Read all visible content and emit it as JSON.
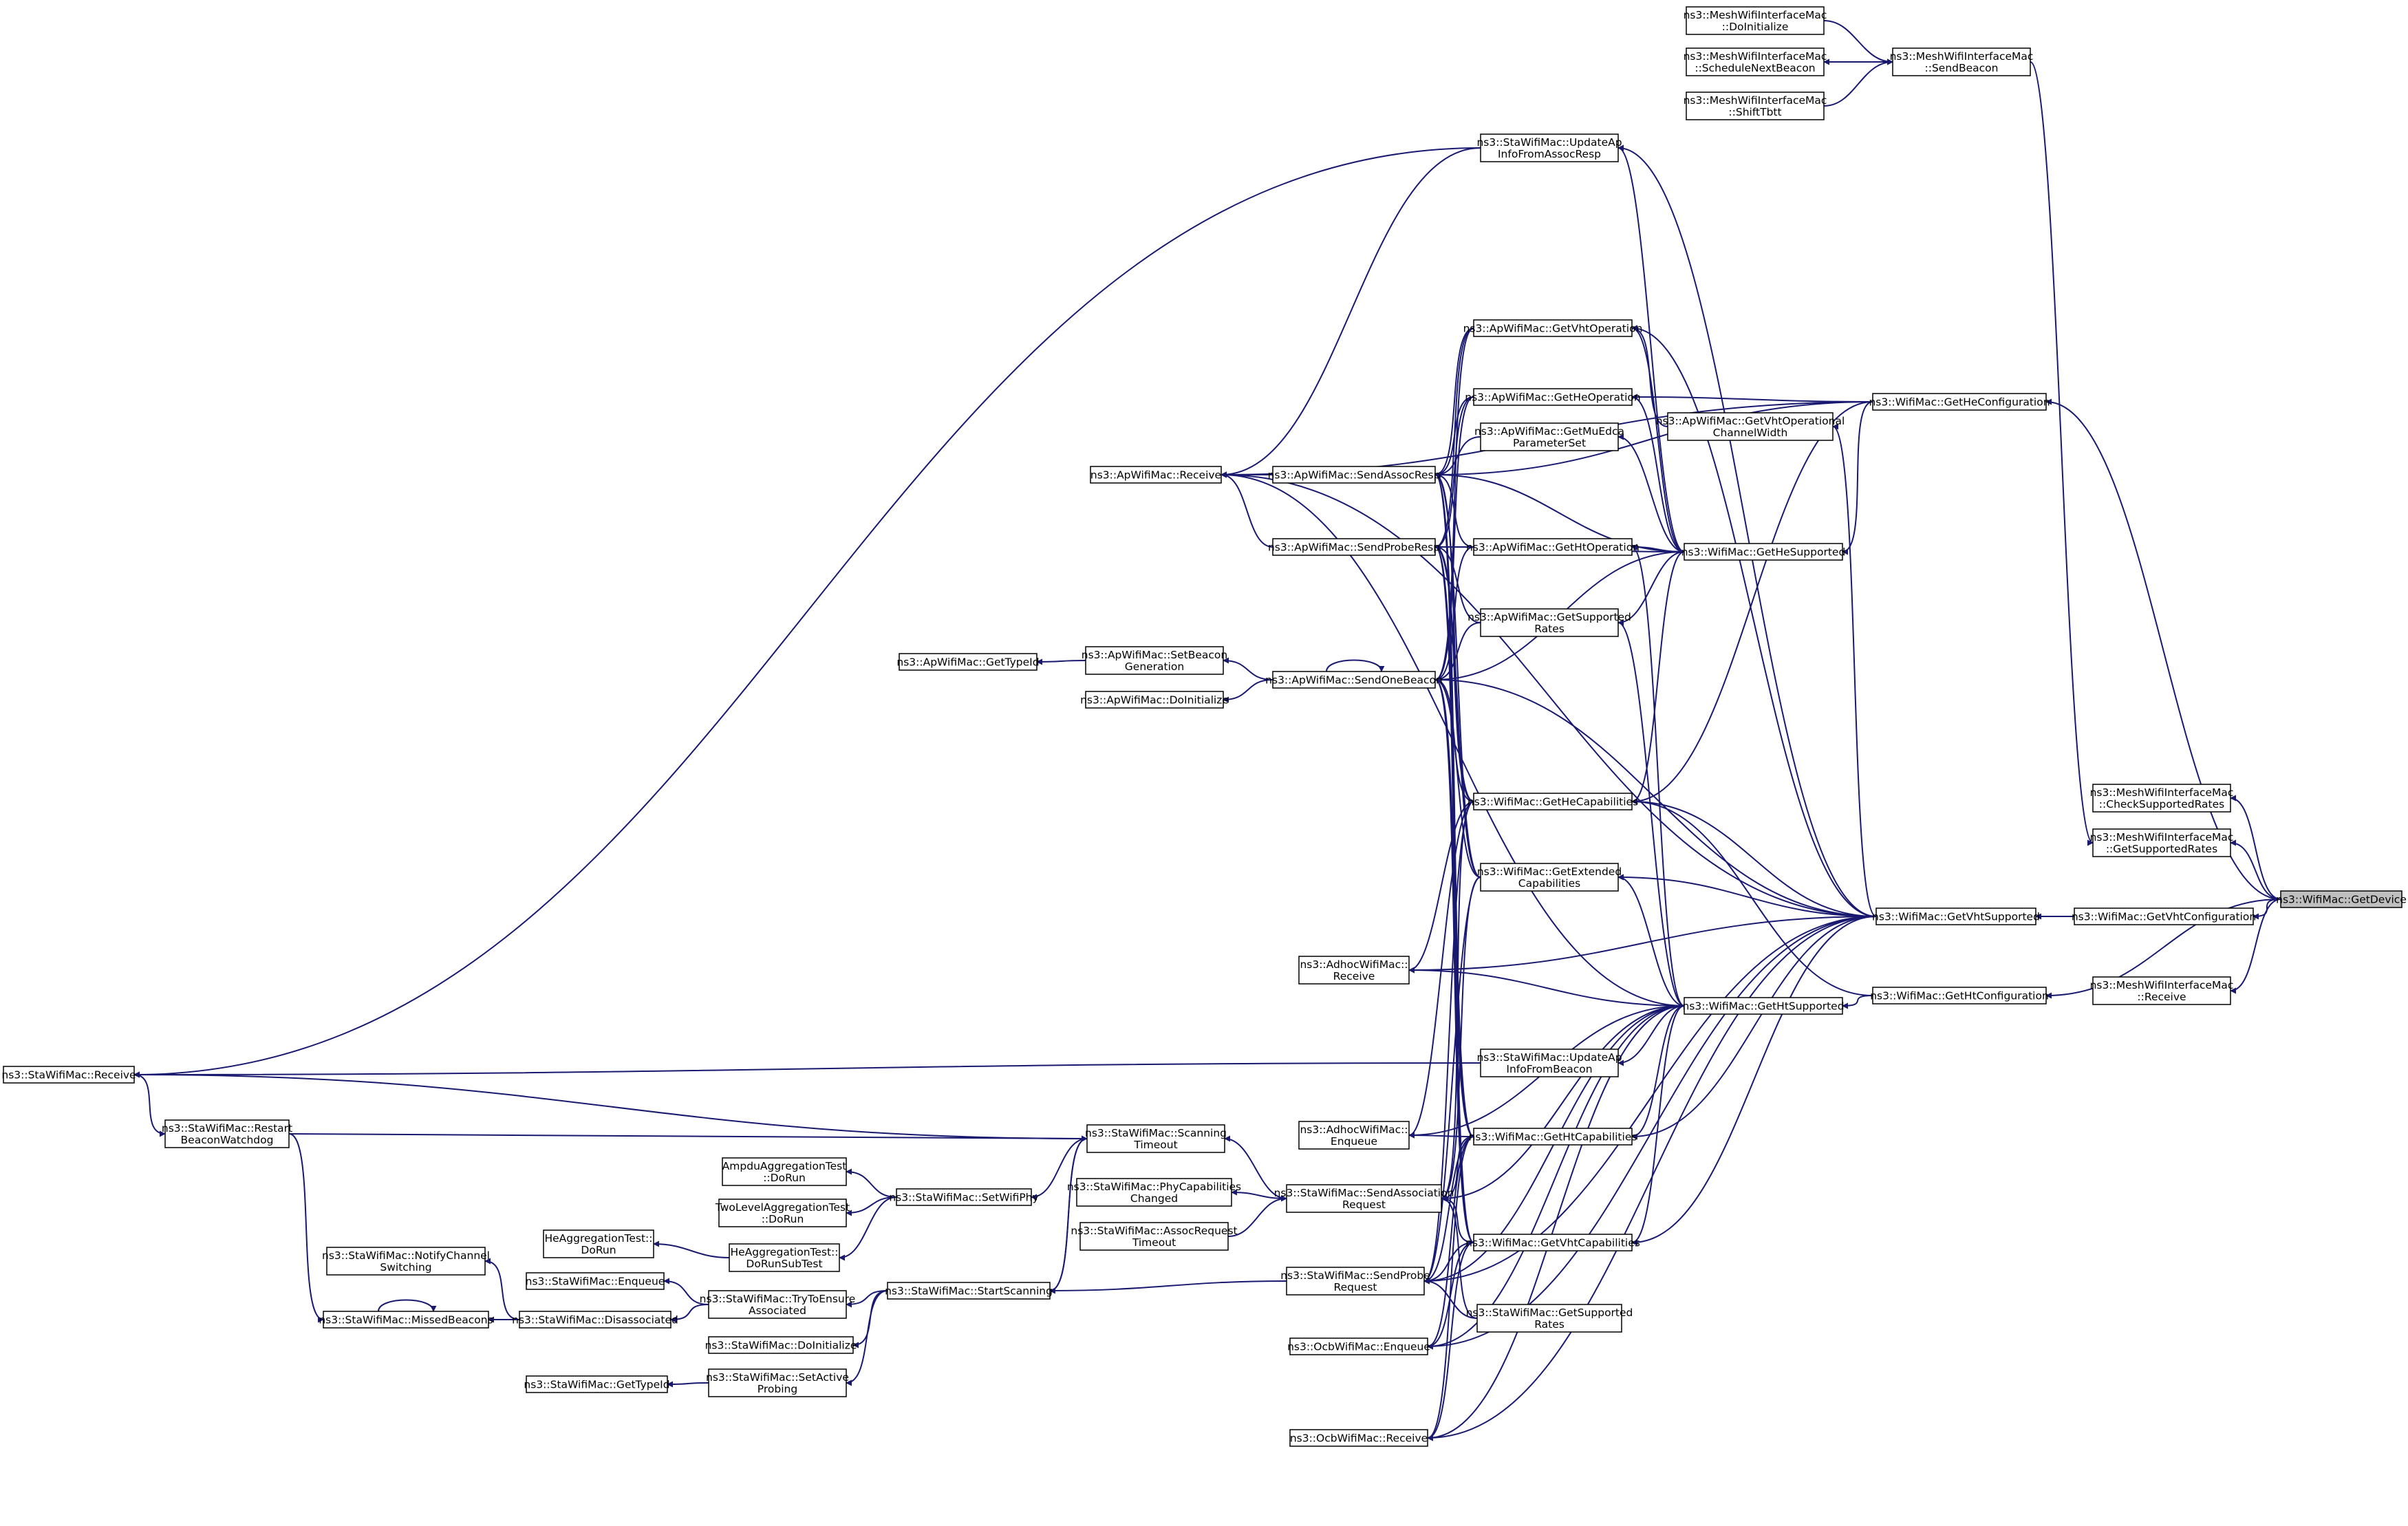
{
  "graph": {
    "title": "",
    "colors": {
      "edge": "#191970",
      "node_fill": "#ffffff",
      "focus_fill": "#bfbfbf",
      "node_border": "#000000"
    },
    "nodes": [
      {
        "id": "mesh_doinit",
        "lines": [
          "ns3::MeshWifiInterfaceMac",
          "::DoInitialize"
        ]
      },
      {
        "id": "mesh_schednext",
        "lines": [
          "ns3::MeshWifiInterfaceMac",
          "::ScheduleNextBeacon"
        ]
      },
      {
        "id": "mesh_shift",
        "lines": [
          "ns3::MeshWifiInterfaceMac",
          "::ShiftTbtt"
        ]
      },
      {
        "id": "mesh_sendbeacon",
        "lines": [
          "ns3::MeshWifiInterfaceMac",
          "::SendBeacon"
        ]
      },
      {
        "id": "sta_updateassoc",
        "lines": [
          "ns3::StaWifiMac::UpdateAp",
          "InfoFromAssocResp"
        ]
      },
      {
        "id": "ap_vhtop",
        "lines": [
          "ns3::ApWifiMac::GetVhtOperation"
        ]
      },
      {
        "id": "ap_heop",
        "lines": [
          "ns3::ApWifiMac::GetHeOperation"
        ]
      },
      {
        "id": "ap_muedca",
        "lines": [
          "ns3::ApWifiMac::GetMuEdca",
          "ParameterSet"
        ]
      },
      {
        "id": "ap_vhtopcw",
        "lines": [
          "ns3::ApWifiMac::GetVhtOperational",
          "ChannelWidth"
        ]
      },
      {
        "id": "wm_heconf",
        "lines": [
          "ns3::WifiMac::GetHeConfiguration"
        ]
      },
      {
        "id": "ap_receive",
        "lines": [
          "ns3::ApWifiMac::Receive"
        ]
      },
      {
        "id": "ap_sendassoc",
        "lines": [
          "ns3::ApWifiMac::SendAssocResp"
        ]
      },
      {
        "id": "ap_sendprobe",
        "lines": [
          "ns3::ApWifiMac::SendProbeResp"
        ]
      },
      {
        "id": "ap_htop",
        "lines": [
          "ns3::ApWifiMac::GetHtOperation"
        ]
      },
      {
        "id": "wm_hesup",
        "lines": [
          "ns3::WifiMac::GetHeSupported"
        ]
      },
      {
        "id": "ap_suprates",
        "lines": [
          "ns3::ApWifiMac::GetSupported",
          "Rates"
        ]
      },
      {
        "id": "ap_typeid",
        "lines": [
          "ns3::ApWifiMac::GetTypeId"
        ]
      },
      {
        "id": "ap_setbeacon",
        "lines": [
          "ns3::ApWifiMac::SetBeacon",
          "Generation"
        ]
      },
      {
        "id": "ap_doinit",
        "lines": [
          "ns3::ApWifiMac::DoInitialize"
        ]
      },
      {
        "id": "ap_sendbeacon",
        "lines": [
          "ns3::ApWifiMac::SendOneBeacon"
        ]
      },
      {
        "id": "wm_hecap",
        "lines": [
          "ns3::WifiMac::GetHeCapabilities"
        ]
      },
      {
        "id": "mesh_checkrates",
        "lines": [
          "ns3::MeshWifiInterfaceMac",
          "::CheckSupportedRates"
        ]
      },
      {
        "id": "mesh_getrates",
        "lines": [
          "ns3::MeshWifiInterfaceMac",
          "::GetSupportedRates"
        ]
      },
      {
        "id": "wm_extcap",
        "lines": [
          "ns3::WifiMac::GetExtended",
          "Capabilities"
        ]
      },
      {
        "id": "wm_getdevice",
        "lines": [
          "ns3::WifiMac::GetDevice"
        ],
        "focus": true
      },
      {
        "id": "wm_vhtsup",
        "lines": [
          "ns3::WifiMac::GetVhtSupported"
        ]
      },
      {
        "id": "wm_vhtconf",
        "lines": [
          "ns3::WifiMac::GetVhtConfiguration"
        ]
      },
      {
        "id": "adhoc_receive",
        "lines": [
          "ns3::AdhocWifiMac::",
          "Receive"
        ]
      },
      {
        "id": "mesh_receive",
        "lines": [
          "ns3::MeshWifiInterfaceMac",
          "::Receive"
        ]
      },
      {
        "id": "wm_htconf",
        "lines": [
          "ns3::WifiMac::GetHtConfiguration"
        ]
      },
      {
        "id": "wm_htsup",
        "lines": [
          "ns3::WifiMac::GetHtSupported"
        ]
      },
      {
        "id": "sta_receive",
        "lines": [
          "ns3::StaWifiMac::Receive"
        ]
      },
      {
        "id": "sta_updatebeacon",
        "lines": [
          "ns3::StaWifiMac::UpdateAp",
          "InfoFromBeacon"
        ]
      },
      {
        "id": "sta_restart",
        "lines": [
          "ns3::StaWifiMac::Restart",
          "BeaconWatchdog"
        ]
      },
      {
        "id": "sta_scantimeout",
        "lines": [
          "ns3::StaWifiMac::Scanning",
          "Timeout"
        ]
      },
      {
        "id": "adhoc_enqueue",
        "lines": [
          "ns3::AdhocWifiMac::",
          "Enqueue"
        ]
      },
      {
        "id": "wm_htcap",
        "lines": [
          "ns3::WifiMac::GetHtCapabilities"
        ]
      },
      {
        "id": "ampdu_dorun",
        "lines": [
          "AmpduAggregationTest",
          "::DoRun"
        ]
      },
      {
        "id": "sta_setphy",
        "lines": [
          "ns3::StaWifiMac::SetWifiPhy"
        ]
      },
      {
        "id": "sta_phychanged",
        "lines": [
          "ns3::StaWifiMac::PhyCapabilities",
          "Changed"
        ]
      },
      {
        "id": "sta_sendassoc",
        "lines": [
          "ns3::StaWifiMac::SendAssociation",
          "Request"
        ]
      },
      {
        "id": "twolevel_dorun",
        "lines": [
          "TwoLevelAggregationTest",
          "::DoRun"
        ]
      },
      {
        "id": "sta_assoctimeout",
        "lines": [
          "ns3::StaWifiMac::AssocRequest",
          "Timeout"
        ]
      },
      {
        "id": "wm_vhtcap",
        "lines": [
          "ns3::WifiMac::GetVhtCapabilities"
        ]
      },
      {
        "id": "heagg_dorun",
        "lines": [
          "HeAggregationTest::",
          "DoRun"
        ]
      },
      {
        "id": "heagg_dorunsub",
        "lines": [
          "HeAggregationTest::",
          "DoRunSubTest"
        ]
      },
      {
        "id": "sta_notifych",
        "lines": [
          "ns3::StaWifiMac::NotifyChannel",
          "Switching"
        ]
      },
      {
        "id": "sta_enqueue",
        "lines": [
          "ns3::StaWifiMac::Enqueue"
        ]
      },
      {
        "id": "sta_tryensure",
        "lines": [
          "ns3::StaWifiMac::TryToEnsure",
          "Associated"
        ]
      },
      {
        "id": "sta_startscan",
        "lines": [
          "ns3::StaWifiMac::StartScanning"
        ]
      },
      {
        "id": "sta_sendprobe",
        "lines": [
          "ns3::StaWifiMac::SendProbe",
          "Request"
        ]
      },
      {
        "id": "sta_suprates",
        "lines": [
          "ns3::StaWifiMac::GetSupported",
          "Rates"
        ]
      },
      {
        "id": "sta_missed",
        "lines": [
          "ns3::StaWifiMac::MissedBeacons"
        ]
      },
      {
        "id": "sta_disassoc",
        "lines": [
          "ns3::StaWifiMac::Disassociated"
        ]
      },
      {
        "id": "sta_doinit",
        "lines": [
          "ns3::StaWifiMac::DoInitialize"
        ]
      },
      {
        "id": "ocb_enqueue",
        "lines": [
          "ns3::OcbWifiMac::Enqueue"
        ]
      },
      {
        "id": "sta_typeid",
        "lines": [
          "ns3::StaWifiMac::GetTypeId"
        ]
      },
      {
        "id": "sta_setactive",
        "lines": [
          "ns3::StaWifiMac::SetActive",
          "Probing"
        ]
      },
      {
        "id": "ocb_receive",
        "lines": [
          "ns3::OcbWifiMac::Receive"
        ]
      }
    ]
  }
}
